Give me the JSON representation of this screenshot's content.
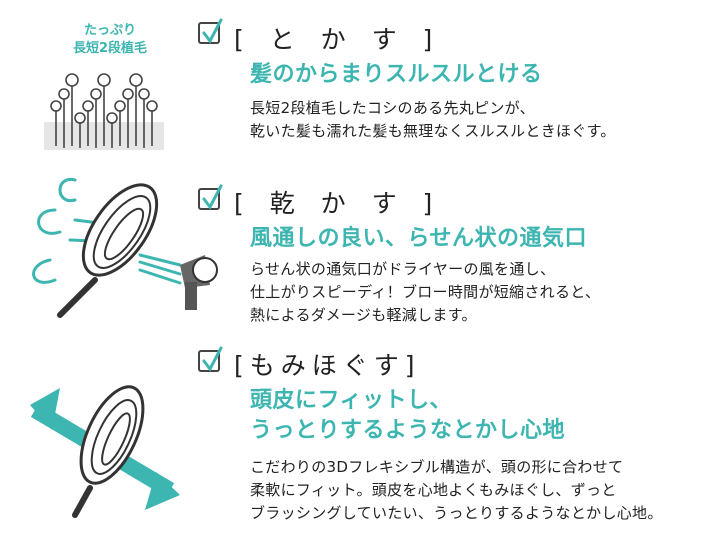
{
  "accent_color": "#3db5b0",
  "sections": [
    {
      "badge": [
        "たっぷり",
        "長短2段植毛"
      ],
      "heading": "[ と か す ]",
      "subtitle": [
        "髪のからまりスルスルとける"
      ],
      "body": [
        "長短2段植毛したコシのある先丸ピンが、",
        "乾いた髪も濡れた髪も無理なくスルスルときほぐす。"
      ],
      "icon": "bristles-icon"
    },
    {
      "heading": "[ 乾 か す ]",
      "subtitle": [
        "風通しの良い、らせん状の通気口"
      ],
      "body": [
        "らせん状の通気口がドライヤーの風を通し、",
        "仕上がりスピーディ！ブロー時間が短縮されると、",
        "熱によるダメージも軽減します。"
      ],
      "icon": "brush-dryer-icon"
    },
    {
      "heading": "[もみほぐす]",
      "subtitle": [
        "頭皮にフィットし、",
        "うっとりするようなとかし心地"
      ],
      "body": [
        "こだわりの3Dフレキシブル構造が、頭の形に合わせて",
        "柔軟にフィット。頭皮を心地よくもみほぐし、ずっと",
        "ブラッシングしていたい、うっとりするようなとかし心地。"
      ],
      "icon": "flexible-brush-icon"
    }
  ]
}
